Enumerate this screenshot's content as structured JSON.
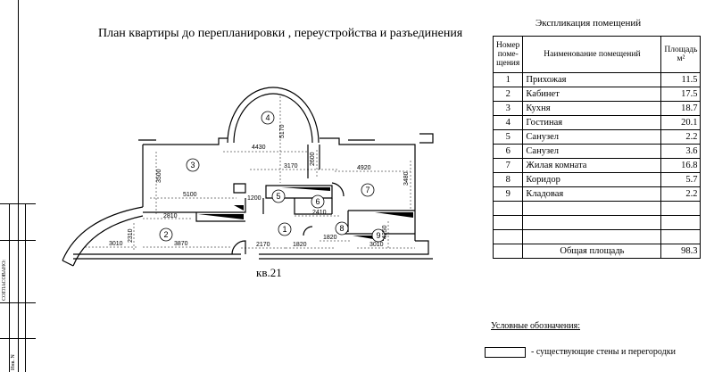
{
  "title": "План квартиры до перепланировки , переустройства и разъединения",
  "apartment_label": "кв.21",
  "stamp": {
    "label_a": "СОГЛАСОВАНО:",
    "label_b": "Инв. N"
  },
  "explication": {
    "title": "Экспликация помещений",
    "headers": {
      "num": "Номер поме-щения",
      "name": "Наименование помещений",
      "area": "Площадь м²"
    },
    "rows": [
      {
        "num": "1",
        "name": "Прихожая",
        "area": "11.5"
      },
      {
        "num": "2",
        "name": "Кабинет",
        "area": "17.5"
      },
      {
        "num": "3",
        "name": "Кухня",
        "area": "18.7"
      },
      {
        "num": "4",
        "name": "Гостиная",
        "area": "20.1"
      },
      {
        "num": "5",
        "name": "Санузел",
        "area": "2.2"
      },
      {
        "num": "6",
        "name": "Санузел",
        "area": "3.6"
      },
      {
        "num": "7",
        "name": "Жилая комната",
        "area": "16.8"
      },
      {
        "num": "8",
        "name": "Коридор",
        "area": "5.7"
      },
      {
        "num": "9",
        "name": "Кладовая",
        "area": "2.2"
      }
    ],
    "total": {
      "name": "Общая площадь",
      "area": "98.3"
    }
  },
  "legend": {
    "title": "Условные обозначения:",
    "walls": "- существующие стены и перегородки"
  },
  "room_numbers": {
    "r1": "1",
    "r2": "2",
    "r3": "3",
    "r4": "4",
    "r5": "5",
    "r6": "6",
    "r7": "7",
    "r8": "8",
    "r9": "9"
  },
  "dimensions": {
    "d4430": "4430",
    "d5170": "5170",
    "d3500": "3500",
    "d3170": "3170",
    "d2600": "2600",
    "d4920": "4920",
    "d3480": "3480",
    "d5100": "5100",
    "d1200": "1200",
    "d2410": "2410",
    "d2810": "2810",
    "d2310": "2310",
    "d3010a": "3010",
    "d3870": "3870",
    "d2170": "2170",
    "d1820a": "1820",
    "d1820b": "1820",
    "d4250": "4250",
    "d3010b": "3010"
  }
}
